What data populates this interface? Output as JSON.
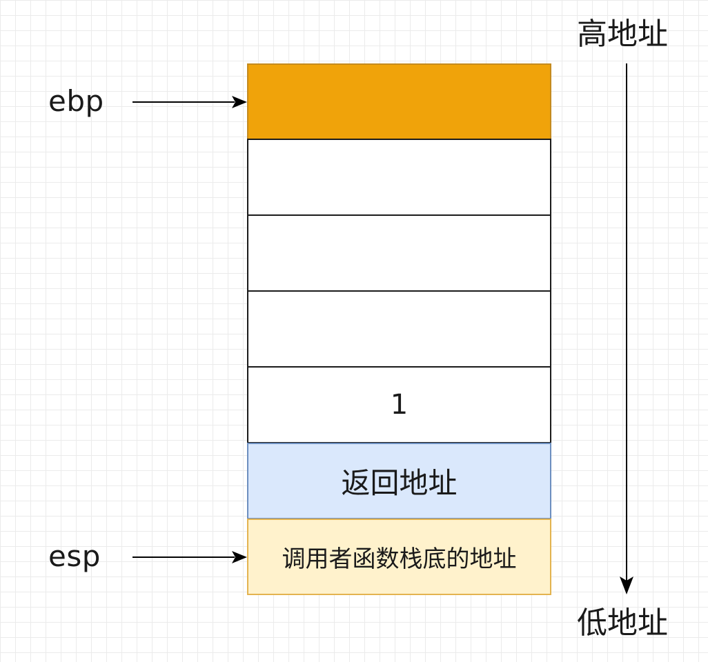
{
  "registers": {
    "ebp": "ebp",
    "esp": "esp"
  },
  "address_axis": {
    "high_label": "高地址",
    "low_label": "低地址",
    "direction": "high-to-low"
  },
  "stack": {
    "slots": [
      {
        "text": "",
        "fill_color": "#f0a30a",
        "border_color": "#c48a1f"
      },
      {
        "text": "",
        "fill_color": "#ffffff",
        "border_color": "#1a1a1a"
      },
      {
        "text": "",
        "fill_color": "#ffffff",
        "border_color": "#1a1a1a"
      },
      {
        "text": "",
        "fill_color": "#ffffff",
        "border_color": "#1a1a1a"
      },
      {
        "text": "1",
        "fill_color": "#ffffff",
        "border_color": "#1a1a1a"
      },
      {
        "text": "返回地址",
        "fill_color": "#dae8fc",
        "border_color": "#6c8ebf"
      },
      {
        "text": "调用者函数栈底的地址",
        "fill_color": "#fff2cc",
        "border_color": "#e3b34f"
      }
    ]
  },
  "colors": {
    "line": "#000000",
    "grid": "#ebebeb"
  }
}
